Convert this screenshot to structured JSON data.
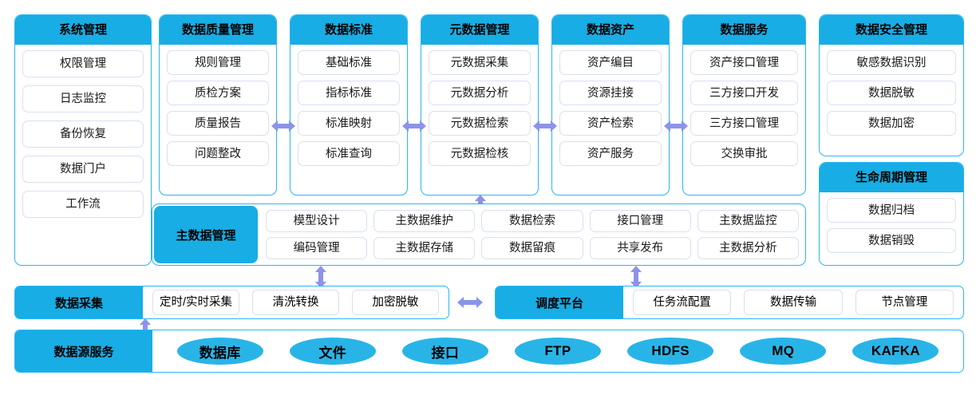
{
  "theme": {
    "header_blue": "#18ade4",
    "border_blue": "#29b6f6",
    "cell_border": "#d9dff0",
    "arrow_purple": "#8b93ea",
    "pill_blue": "#29b4e8"
  },
  "columns": [
    {
      "title": "系统管理",
      "items": [
        "权限管理",
        "日志监控",
        "备份恢复",
        "数据门户",
        "工作流"
      ]
    },
    {
      "title": "数据质量管理",
      "items": [
        "规则管理",
        "质检方案",
        "质量报告",
        "问题整改"
      ]
    },
    {
      "title": "数据标准",
      "items": [
        "基础标准",
        "指标标准",
        "标准映射",
        "标准查询"
      ]
    },
    {
      "title": "元数据管理",
      "items": [
        "元数据采集",
        "元数据分析",
        "元数据检索",
        "元数据检核"
      ]
    },
    {
      "title": "数据资产",
      "items": [
        "资产编目",
        "资源挂接",
        "资产检索",
        "资产服务"
      ]
    },
    {
      "title": "数据服务",
      "items": [
        "资产接口管理",
        "三方接口开发",
        "三方接口管理",
        "交换审批"
      ]
    },
    {
      "title": "数据安全管理",
      "items": [
        "敏感数据识别",
        "数据脱敏",
        "数据加密"
      ]
    },
    {
      "title": "生命周期管理",
      "items": [
        "数据归档",
        "数据销毁"
      ]
    }
  ],
  "master_data": {
    "label": "主数据管理",
    "items": [
      "模型设计",
      "主数据维护",
      "数据检索",
      "接口管理",
      "主数据监控",
      "编码管理",
      "主数据存储",
      "数据留痕",
      "共享发布",
      "主数据分析"
    ]
  },
  "collection": {
    "label": "数据采集",
    "items": [
      "定时/实时采集",
      "清洗转换",
      "加密脱敏"
    ]
  },
  "scheduler": {
    "label": "调度平台",
    "items": [
      "任务流配置",
      "数据传输",
      "节点管理"
    ]
  },
  "source": {
    "label": "数据源服务",
    "items": [
      "数据库",
      "文件",
      "接口",
      "FTP",
      "HDFS",
      "MQ",
      "KAFKA"
    ]
  }
}
